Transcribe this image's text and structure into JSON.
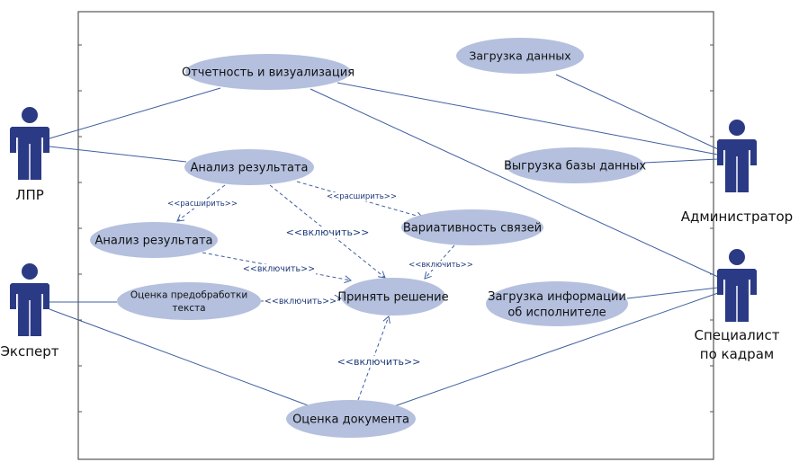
{
  "colors": {
    "usecase_fill": "#b4c0de",
    "actor_fill": "#2b3a85",
    "line": "#3f5fa0",
    "stereotype_text": "#1f3a7a",
    "boundary": "#555555"
  },
  "actors": [
    {
      "id": "lpr",
      "label_lines": [
        "ЛПР"
      ],
      "icon": "actor-figure-icon"
    },
    {
      "id": "expert",
      "label_lines": [
        "Эксперт"
      ],
      "icon": "actor-figure-icon"
    },
    {
      "id": "admin",
      "label_lines": [
        "Администратор"
      ],
      "icon": "actor-figure-icon"
    },
    {
      "id": "hr",
      "label_lines": [
        "Специалист",
        "по кадрам"
      ],
      "icon": "actor-figure-icon"
    }
  ],
  "usecases": [
    {
      "id": "report",
      "label_lines": [
        "Отчетность и визуализация"
      ]
    },
    {
      "id": "analysis1",
      "label_lines": [
        "Анализ результата"
      ]
    },
    {
      "id": "analysis2",
      "label_lines": [
        "Анализ результата"
      ]
    },
    {
      "id": "variability",
      "label_lines": [
        "Вариативность связей"
      ]
    },
    {
      "id": "preproc",
      "label_lines": [
        "Оценка предобработки",
        "текста"
      ]
    },
    {
      "id": "decision",
      "label_lines": [
        "Принять решение"
      ]
    },
    {
      "id": "docassess",
      "label_lines": [
        "Оценка документа"
      ]
    },
    {
      "id": "load",
      "label_lines": [
        "Загрузка данных"
      ]
    },
    {
      "id": "export",
      "label_lines": [
        "Выгрузка базы данных"
      ]
    },
    {
      "id": "loadinfo",
      "label_lines": [
        "Загрузка информации",
        "об исполнителе"
      ]
    }
  ],
  "associations": [
    {
      "from": "lpr",
      "to": "report"
    },
    {
      "from": "lpr",
      "to": "analysis1"
    },
    {
      "from": "expert",
      "to": "preproc"
    },
    {
      "from": "expert",
      "to": "docassess"
    },
    {
      "from": "admin",
      "to": "load"
    },
    {
      "from": "admin",
      "to": "report"
    },
    {
      "from": "admin",
      "to": "export"
    },
    {
      "from": "hr",
      "to": "report"
    },
    {
      "from": "hr",
      "to": "loadinfo"
    },
    {
      "from": "hr",
      "to": "docassess"
    }
  ],
  "dependencies": [
    {
      "from": "analysis1",
      "to": "analysis2",
      "label": "<<расширить>>"
    },
    {
      "from": "analysis1",
      "to": "variability",
      "label": "<<расширить>>"
    },
    {
      "from": "analysis1",
      "to": "decision",
      "label": "<<включить>>"
    },
    {
      "from": "analysis2",
      "to": "decision",
      "label": "<<включить>>"
    },
    {
      "from": "variability",
      "to": "decision",
      "label": "<<включить>>"
    },
    {
      "from": "preproc",
      "to": "decision",
      "label": "<<включить>>"
    },
    {
      "from": "docassess",
      "to": "decision",
      "label": "<<включить>>"
    }
  ]
}
